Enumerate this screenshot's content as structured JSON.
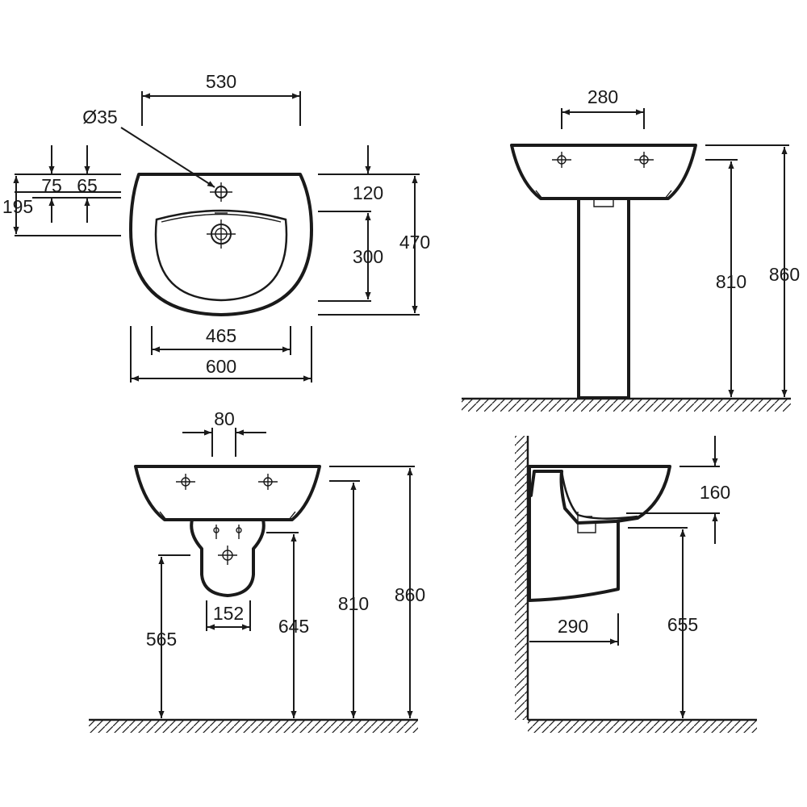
{
  "top_view": {
    "width_outer": "600",
    "width_inner": "465",
    "hole_spacing": "530",
    "hole_diameter": "Ø35",
    "offset_75": "75",
    "offset_65": "65",
    "offset_195": "195",
    "depth_120": "120",
    "depth_300": "300",
    "depth_470": "470"
  },
  "pedestal_view": {
    "hole_spacing": "280",
    "height_basin": "810",
    "height_total": "860"
  },
  "semi_pedestal_front": {
    "hole_spacing": "80",
    "trap_width": "152",
    "height_565": "565",
    "height_645": "645",
    "height_810": "810",
    "height_860": "860"
  },
  "semi_pedestal_side": {
    "depth_160": "160",
    "depth_290": "290",
    "height_655": "655"
  },
  "colors": {
    "line": "#1a1a1a",
    "background": "#ffffff"
  }
}
